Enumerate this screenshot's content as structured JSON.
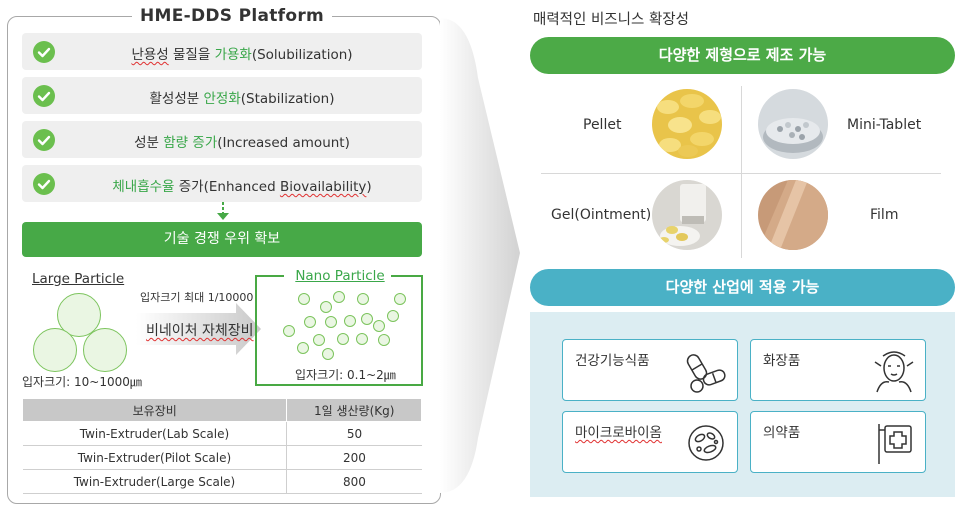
{
  "platform": {
    "title": "HME-DDS Platform",
    "features": [
      {
        "pre": "",
        "pre_ul": "난용성",
        "mid": " 물질을 ",
        "hl": "가용화",
        "post": "(Solubilization)",
        "post_ul": ""
      },
      {
        "pre": "활성성분 ",
        "pre_ul": "",
        "mid": "",
        "hl": "안정화",
        "post": "(Stabilization)",
        "post_ul": ""
      },
      {
        "pre": "성분 ",
        "pre_ul": "",
        "mid": "",
        "hl": "함량 증가",
        "post": "(Increased amount)",
        "post_ul": ""
      },
      {
        "pre": "",
        "pre_ul": "",
        "mid": "",
        "hl": "체내흡수율",
        "post": " 증가(Enhanced ",
        "post_ul": "Biovailability",
        "tail": ")"
      }
    ],
    "result_bar": "기술 경쟁 우위 확보",
    "large_particle": {
      "label": "Large Particle",
      "size": "입자크기: 10~1000㎛"
    },
    "arrow": {
      "max_label": "입자크기 최대 1/10000",
      "text": "비네이처 자체장비"
    },
    "nano_particle": {
      "label": "Nano Particle",
      "size": "입자크기: 0.1~2㎛"
    },
    "equipment_table": {
      "headers": [
        "보유장비",
        "1일 생산량(Kg)"
      ],
      "rows": [
        [
          "Twin-Extruder(Lab Scale)",
          "50"
        ],
        [
          "Twin-Extruder(Pilot Scale)",
          "200"
        ],
        [
          "Twin-Extruder(Large Scale)",
          "800"
        ]
      ]
    }
  },
  "business": {
    "title": "매력적인 비즈니스 확장성",
    "formulation_pill": "다양한 제형으로 제조 가능",
    "formulations": [
      "Pellet",
      "Mini-Tablet",
      "Gel(Ointment)",
      "Film"
    ],
    "industry_pill": "다양한 산업에 적용 가능",
    "industries": [
      {
        "label": "건강기능식품",
        "icon": "pills-icon"
      },
      {
        "label": "화장품",
        "icon": "face-mask-icon"
      },
      {
        "label": "마이크로바이옴",
        "icon": "bacteria-icon"
      },
      {
        "label": "의약품",
        "icon": "pharmacy-sign-icon"
      }
    ]
  },
  "colors": {
    "green": "#4caa47",
    "blue": "#4ab1c6",
    "light_blue": "#dcedf2"
  }
}
